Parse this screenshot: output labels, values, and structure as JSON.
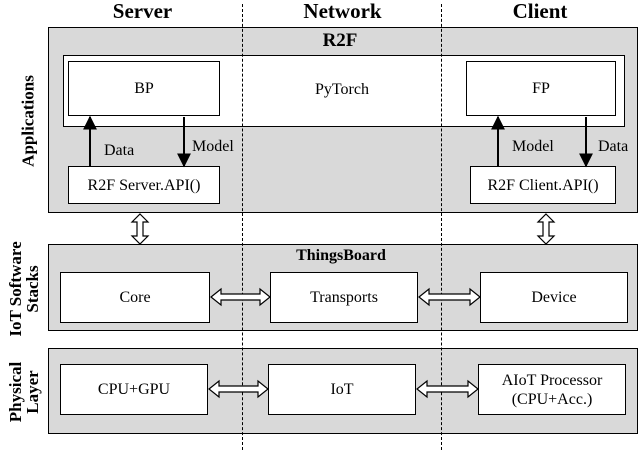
{
  "columns": {
    "server": "Server",
    "network": "Network",
    "client": "Client"
  },
  "side_labels": {
    "applications": "Applications",
    "iot_software_stacks": "IoT Software\nStacks",
    "physical_layer": "Physical\nLayer"
  },
  "applications": {
    "title": "R2F",
    "bp": "BP",
    "pytorch": "PyTorch",
    "fp": "FP",
    "server_data": "Data",
    "server_model": "Model",
    "client_model": "Model",
    "client_data": "Data",
    "server_api": "R2F Server.API()",
    "client_api": "R2F Client.API()"
  },
  "iot_stack": {
    "title": "ThingsBoard",
    "core": "Core",
    "transports": "Transports",
    "device": "Device"
  },
  "physical": {
    "cpu_gpu": "CPU+GPU",
    "iot": "IoT",
    "aiot": "AIoT Processor\n(CPU+Acc.)"
  }
}
